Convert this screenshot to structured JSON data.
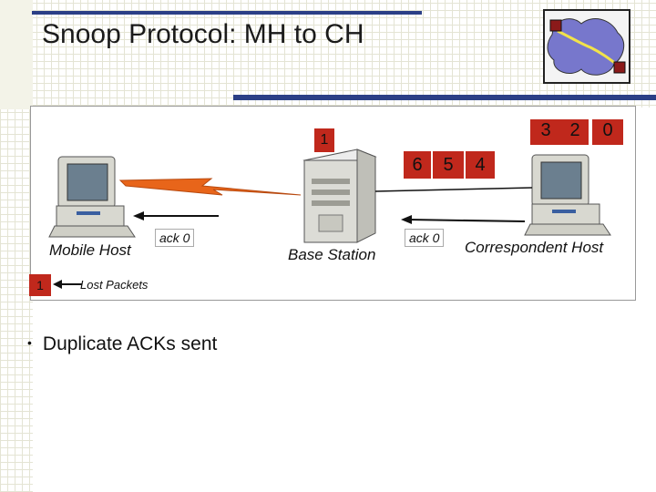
{
  "title": "Snoop Protocol: MH to CH",
  "packets_at_sender": [
    "3",
    "2",
    "0"
  ],
  "packets_on_wire": [
    "6",
    "5",
    "4"
  ],
  "packet_wireless": "1",
  "lost_packet": "1",
  "lost_packets_label": "Lost Packets",
  "ack_left": "ack 0",
  "ack_right": "ack 0",
  "mobile_host_label": "Mobile Host",
  "base_station_label": "Base Station",
  "correspondent_host_label": "Correspondent Host",
  "bullet_text": "Duplicate ACKs sent",
  "colors": {
    "title_bar": "#2b3f86",
    "packet": "#c0281c",
    "wireless_link": "#e8651a"
  }
}
